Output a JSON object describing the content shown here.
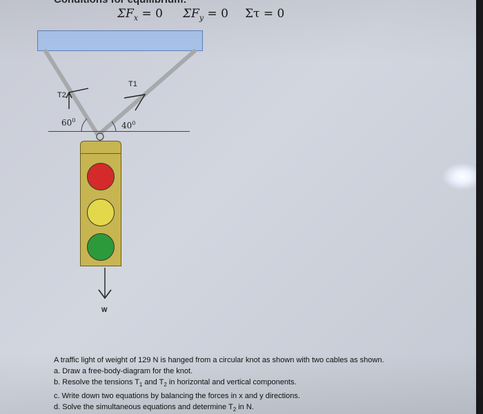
{
  "heading_fragment": "Conditions for equilibrium:",
  "equations": {
    "eq1": "ΣF",
    "eq1_sub": "x",
    "eq1_rhs": " = 0",
    "eq2": "ΣF",
    "eq2_sub": "y",
    "eq2_rhs": " = 0",
    "eq3": "Στ = 0"
  },
  "diagram": {
    "t1_label": "T1",
    "t2_label": "T2",
    "angle_left": "60",
    "angle_right": "40",
    "degree": "0",
    "weight_label": "W"
  },
  "problem": {
    "line1": "A traffic light of weight of 129 N is hanged from a circular knot as shown with two cables as shown.",
    "line2": "a. Draw a free-body-diagram for the knot.",
    "line3_pre": "b. Resolve the tensions T",
    "line3_sub1": "1",
    "line3_mid": " and T",
    "line3_sub2": "2",
    "line3_post": " in horizontal and vertical components.",
    "line4": "c. Write down two equations by balancing the forces in x and y directions.",
    "line5_pre": "d. Solve the simultaneous equations and determine T",
    "line5_sub": "2",
    "line5_post": " in N."
  },
  "colors": {
    "background": "#cdd1da",
    "ceiling": "#a9c3ea",
    "cable": "#a7a9ad",
    "light_housing": "#c7b551",
    "red": "#d42a2a",
    "yellow": "#e2d84a",
    "green": "#2c9a3a"
  }
}
